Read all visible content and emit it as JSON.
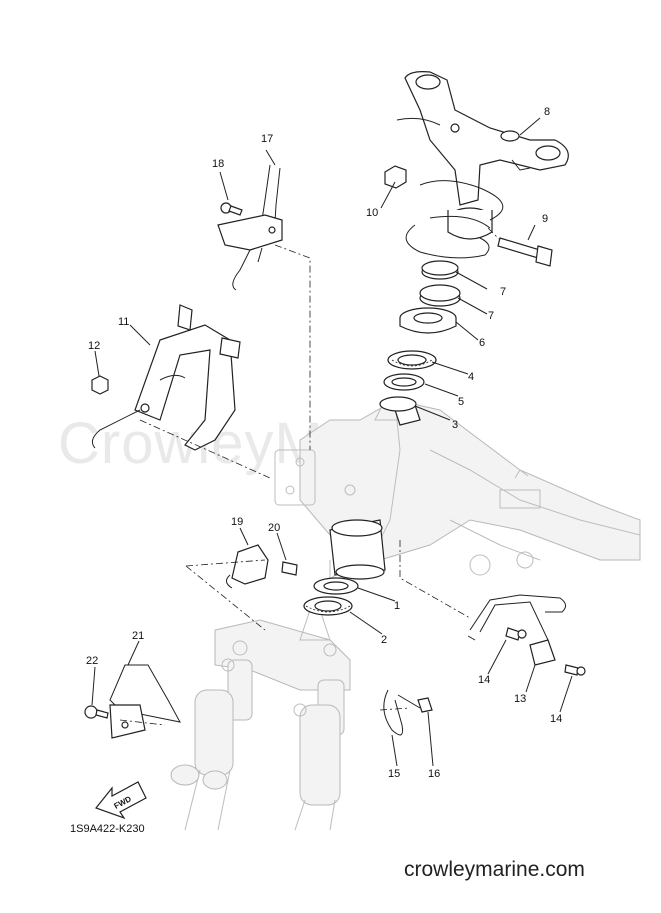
{
  "diagram": {
    "watermark": "CrowleyMarine",
    "document_code": "1S9A422-K230",
    "site_text": "crowleymarine.com",
    "fwd_label": "FWD",
    "callouts": [
      "1",
      "2",
      "3",
      "4",
      "5",
      "6",
      "7",
      "7",
      "8",
      "9",
      "10",
      "11",
      "12",
      "13",
      "14",
      "14",
      "15",
      "16",
      "17",
      "18",
      "19",
      "20",
      "21",
      "22"
    ]
  }
}
